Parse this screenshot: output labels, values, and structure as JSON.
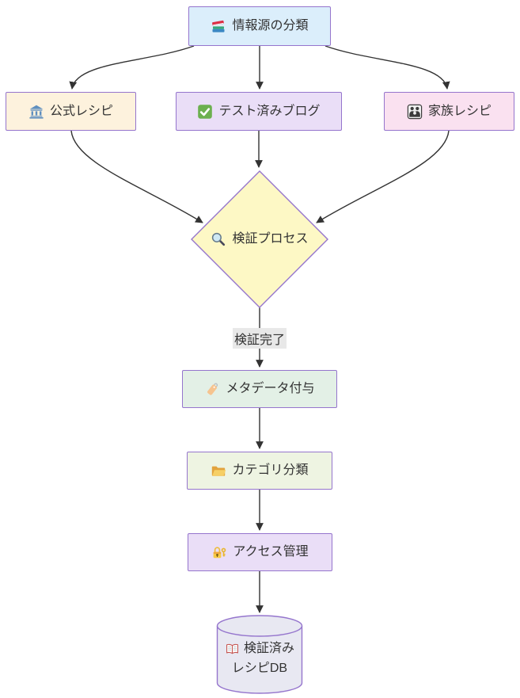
{
  "diagram": {
    "background_color": "#ffffff",
    "border_color": "#9575cd",
    "line_color": "#333333",
    "text_color": "#333333",
    "edge_label_bg": "#e8e8e8",
    "nodes": {
      "source": {
        "label": "情報源の分類",
        "icon": "books-icon",
        "fill": "#dbeefb",
        "shape": "rect"
      },
      "official": {
        "label": "公式レシピ",
        "icon": "bank-icon",
        "fill": "#fdf2dd",
        "shape": "rect"
      },
      "blog": {
        "label": "テスト済みブログ",
        "icon": "check-icon",
        "fill": "#eadef7",
        "shape": "rect"
      },
      "family": {
        "label": "家族レシピ",
        "icon": "family-icon",
        "fill": "#fae1f0",
        "shape": "rect"
      },
      "verify": {
        "label": "検証プロセス",
        "icon": "magnifier-icon",
        "fill": "#fdf8c5",
        "shape": "diamond"
      },
      "metadata": {
        "label": "メタデータ付与",
        "icon": "tag-icon",
        "fill": "#e3f0e6",
        "shape": "rect"
      },
      "category": {
        "label": "カテゴリ分類",
        "icon": "folder-icon",
        "fill": "#eef4e2",
        "shape": "rect"
      },
      "access": {
        "label": "アクセス管理",
        "icon": "lock-icon",
        "fill": "#eadef7",
        "shape": "rect"
      },
      "db": {
        "label_line1": "検証済み",
        "label_line2": "レシピDB",
        "icon": "open-book-icon",
        "fill": "#e8e8f2",
        "shape": "cylinder"
      }
    },
    "edges": [
      {
        "from": "source",
        "to": "official"
      },
      {
        "from": "source",
        "to": "blog"
      },
      {
        "from": "source",
        "to": "family"
      },
      {
        "from": "official",
        "to": "verify"
      },
      {
        "from": "blog",
        "to": "verify"
      },
      {
        "from": "family",
        "to": "verify"
      },
      {
        "from": "verify",
        "to": "metadata",
        "label": "検証完了"
      },
      {
        "from": "metadata",
        "to": "category"
      },
      {
        "from": "category",
        "to": "access"
      },
      {
        "from": "access",
        "to": "db"
      }
    ]
  }
}
